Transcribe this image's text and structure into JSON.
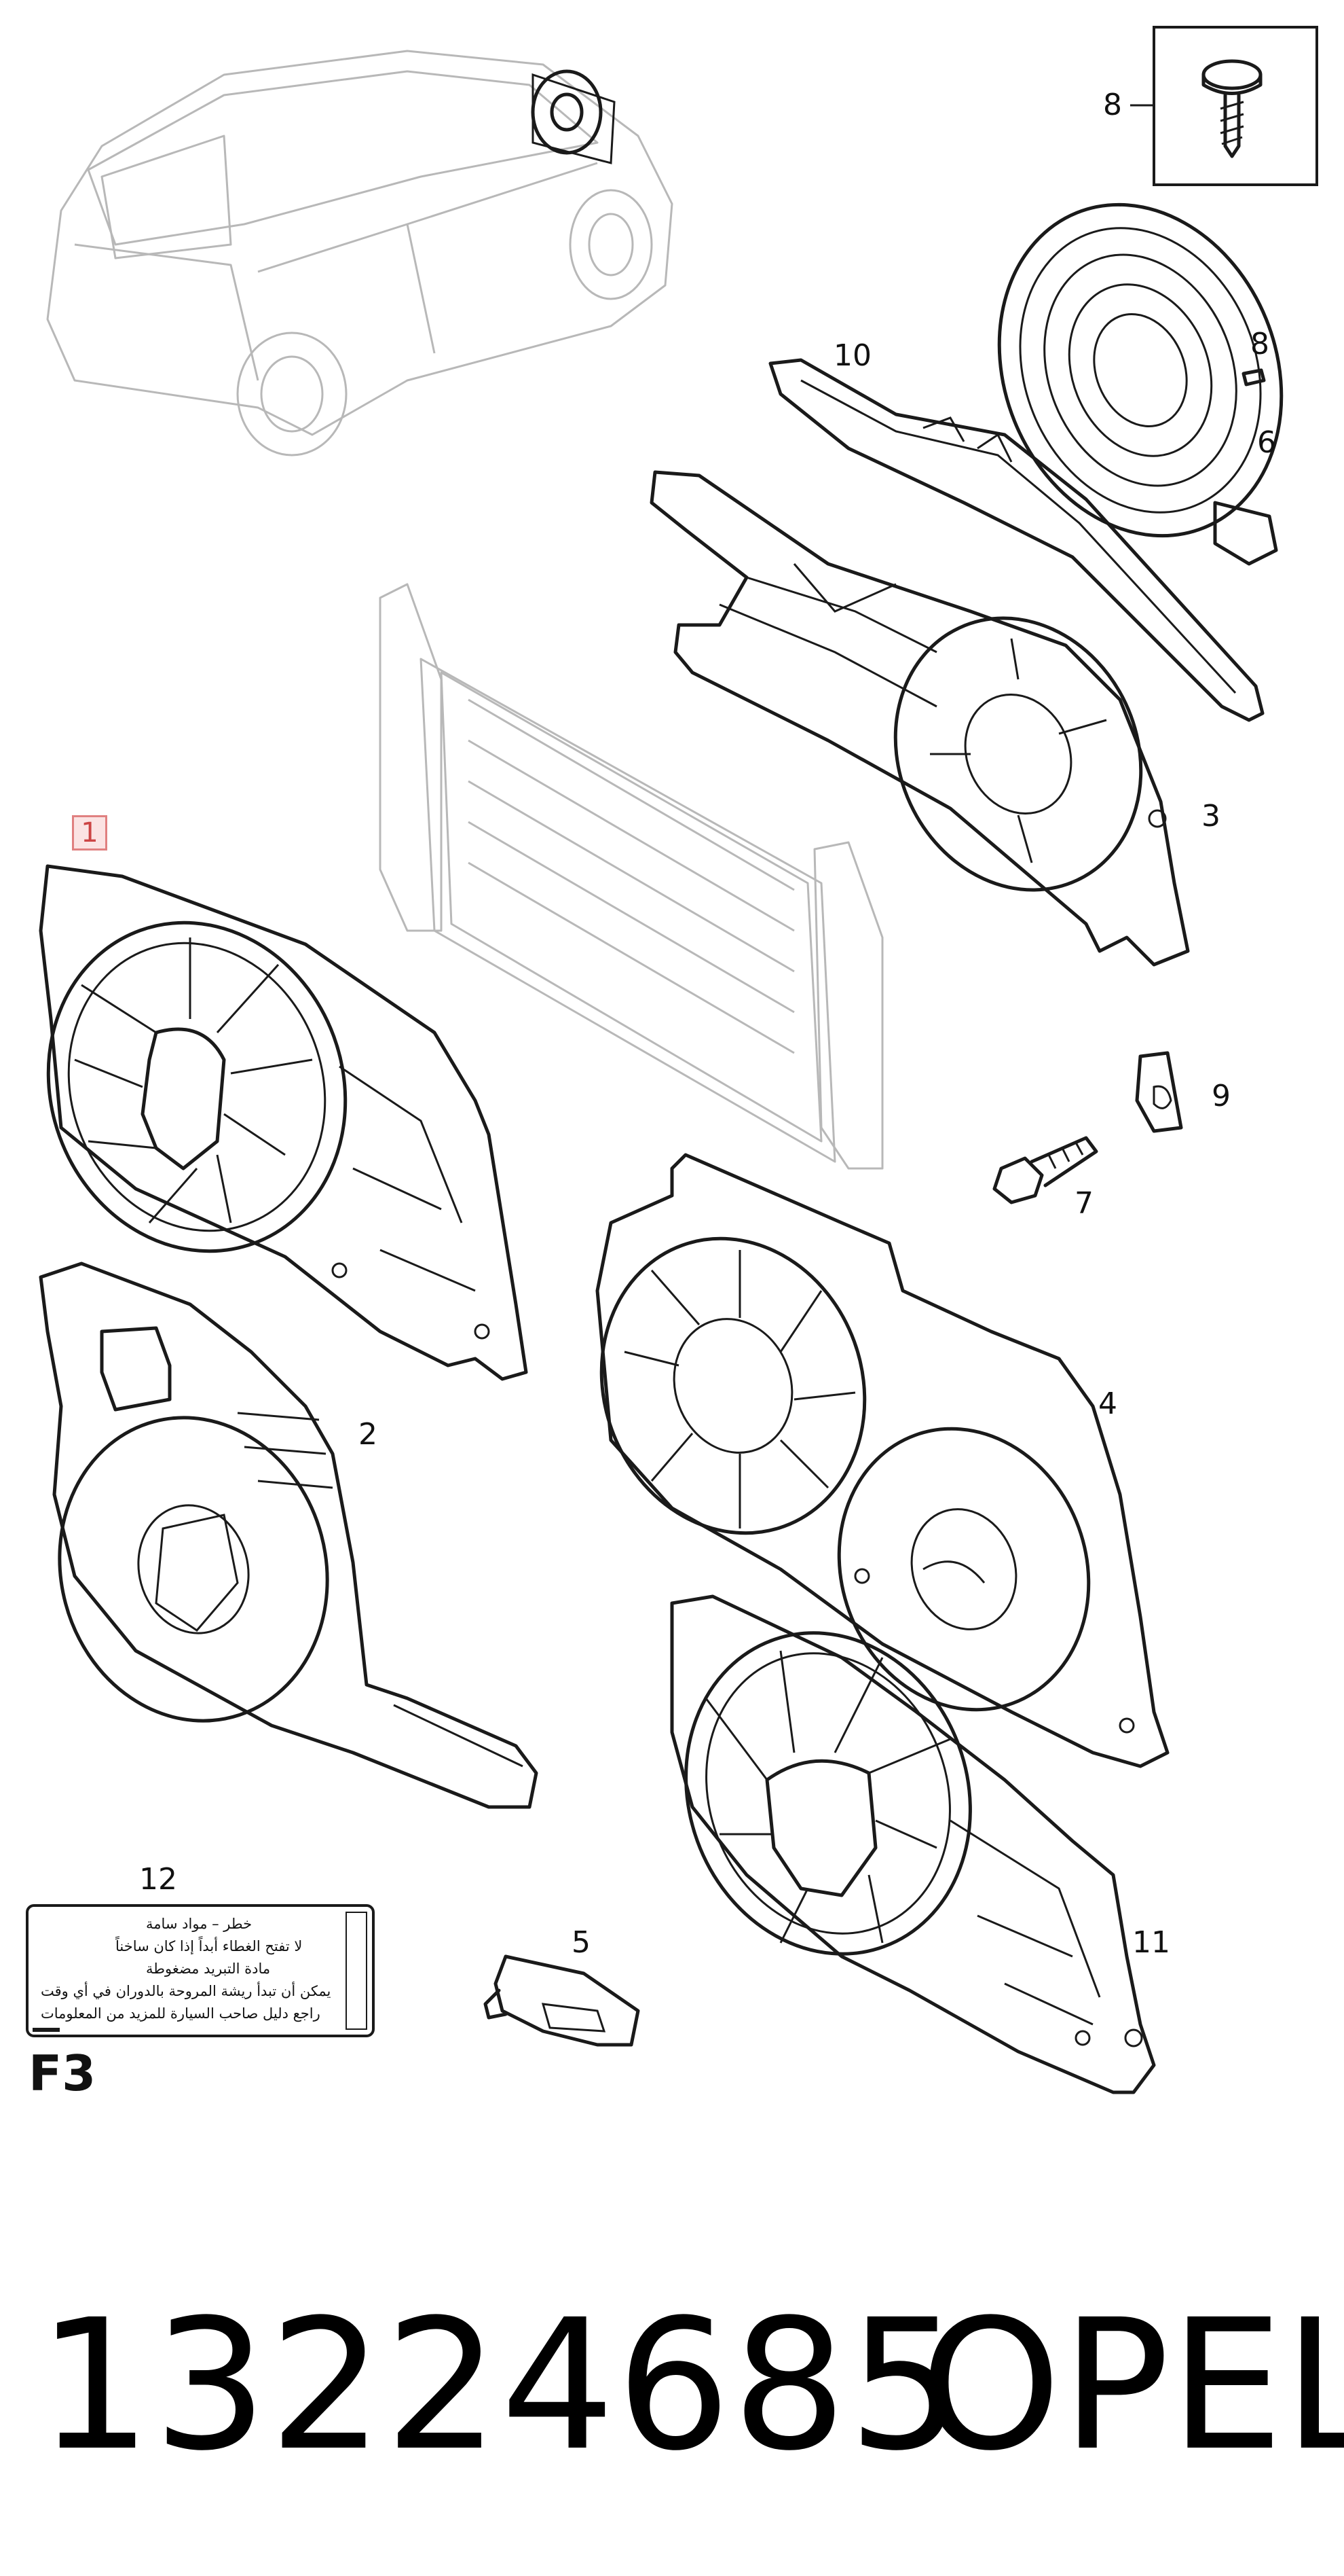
{
  "section_code": "F3",
  "part_number": "13224685",
  "brand": "OPEL",
  "labels": {
    "p1": "1",
    "p2": "2",
    "p3": "3",
    "p4": "4",
    "p5": "5",
    "p6": "6",
    "p7": "7",
    "p8_box": "8",
    "p8": "8",
    "p9": "9",
    "p10": "10",
    "p11": "11",
    "p12": "12"
  },
  "warning_label": {
    "lines": [
      "خطر – مواد سامة",
      "لا تفتح الغطاء أبداً إذا كان ساخناً",
      "مادة التبريد مضغوطة",
      "يمكن أن تبدأ ريشة المروحة بالدوران في أي وقت",
      "راجع دليل صاحب السيارة للمزيد من المعلومات"
    ]
  },
  "colors": {
    "highlight_border": "#e08080",
    "highlight_fill": "#fbe3e3",
    "ghost_line": "#b8b8b8",
    "ink": "#1a1a1a"
  }
}
